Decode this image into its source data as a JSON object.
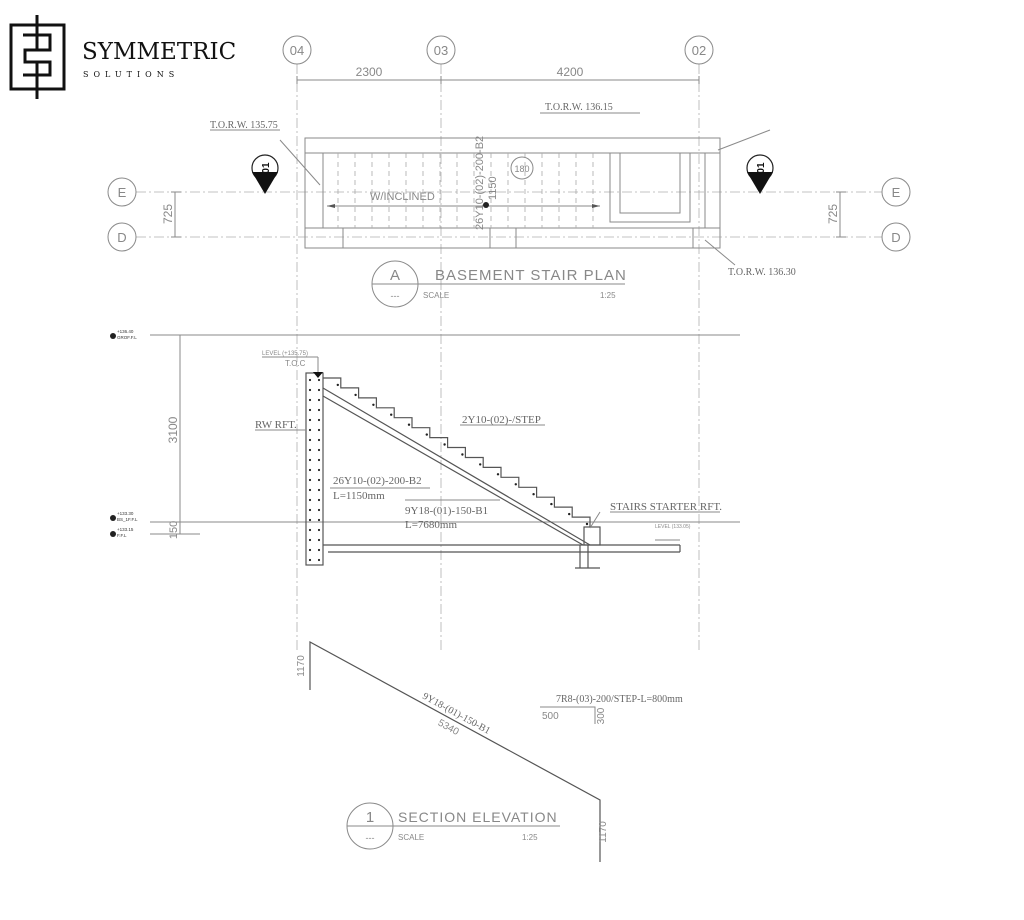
{
  "logo": {
    "name": "SYMMETRIC",
    "sub": "SOLUTIONS"
  },
  "grid": {
    "cols": [
      "04",
      "03",
      "02"
    ],
    "rows": [
      "E",
      "D"
    ],
    "dims": [
      "2300",
      "4200"
    ],
    "row_dim": "725"
  },
  "plan": {
    "torw_left": "T.O.R.W. 135.75",
    "torw_top": "T.O.R.W. 136.15",
    "torw_right": "T.O.R.W. 136.30",
    "inclined": "W/INCLINED",
    "rebar": "26Y10-(02)-200-B2",
    "length": "1150",
    "tag": "180",
    "section_marker": "01",
    "title_id": "A",
    "title": "BASEMENT STAIR PLAN",
    "title_sub": "---",
    "scale_label": "SCALE",
    "scale": "1:25"
  },
  "section": {
    "level_top": "LEVEL (+135.75)",
    "toc": "T.O.C",
    "rw": "RW RFT.",
    "step_rft": "2Y10-(02)-/STEP",
    "b2": "26Y10-(02)-200-B2",
    "b2_len": "L=1150mm",
    "b1": "9Y18-(01)-150-B1",
    "b1_len": "L=7680mm",
    "starter": "STAIRS STARTER RFT.",
    "level_bottom": "LEVEL (133.05)",
    "dim_height": "3100",
    "dim_150": "150",
    "lvl1": "+136.40",
    "lvl1_name": "GROF.F.L",
    "lvl2": "+133.30",
    "lvl2_name": "BS_1F.F.L",
    "lvl3": "+133.15",
    "lvl3_name": "F.F.L"
  },
  "schedule": {
    "dim_left": "1170",
    "dim_right": "1170",
    "bar": "9Y18-(01)-150-B1",
    "bar_len": "5340",
    "step_bar": "7R8-(03)-200/STEP-L=800mm",
    "step_w": "500",
    "step_h": "300"
  },
  "elevation": {
    "title_id": "1",
    "title": "SECTION ELEVATION",
    "title_sub": "---",
    "scale_label": "SCALE",
    "scale": "1:25"
  }
}
